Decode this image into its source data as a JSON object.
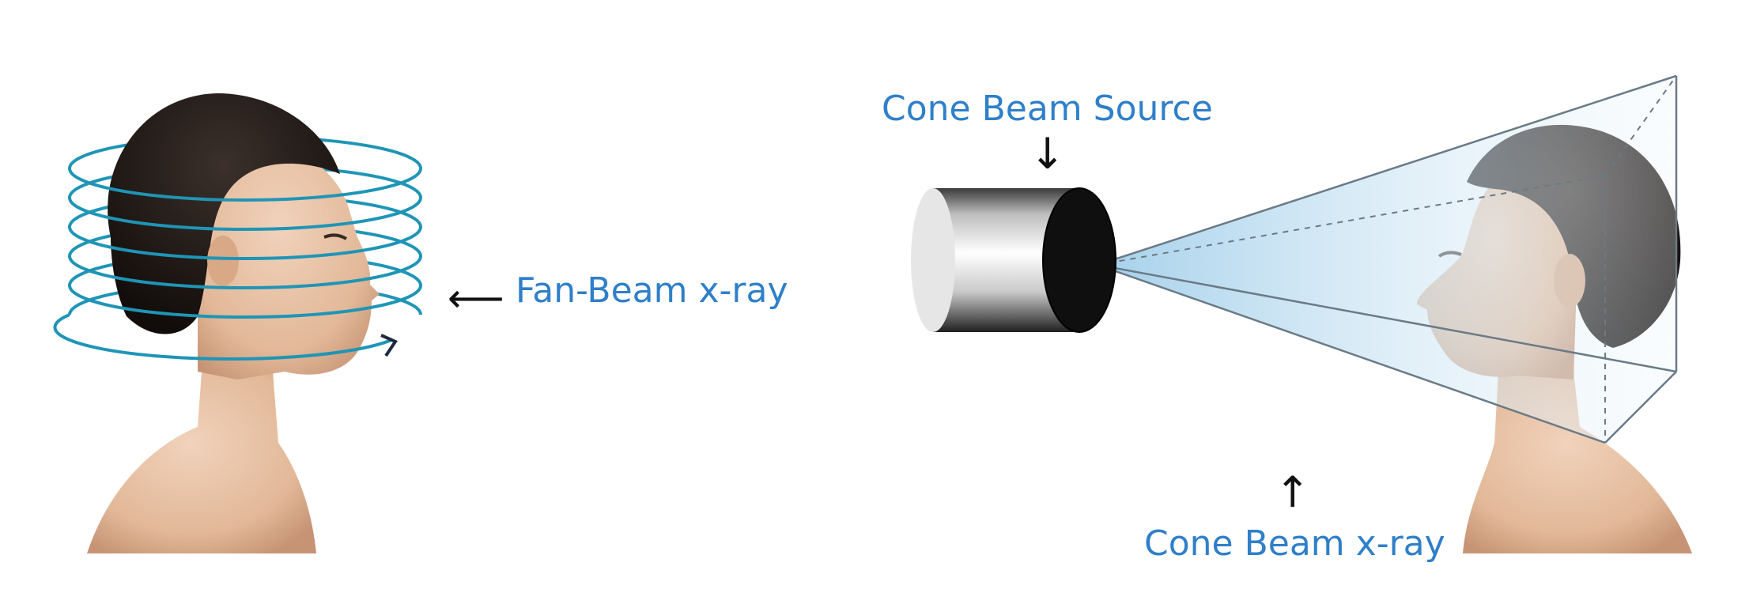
{
  "colors": {
    "label": "#2f7fc9",
    "arrow": "#111111",
    "ring": "#1f95b6",
    "hair": "#1d1715",
    "skin": "#e7c2a6",
    "skin_shadow": "#c99a7e",
    "beam": "#bfe0f2",
    "cylinder_dark": "#0f0f0f"
  },
  "left_panel": {
    "label": "Fan-Beam x-ray",
    "arrow_icon": "left-arrow-icon",
    "arrow_glyph": "⟵"
  },
  "right_panel": {
    "source_label": "Cone Beam Source",
    "source_arrow_icon": "down-arrow-icon",
    "source_arrow_glyph": "↓",
    "beam_label": "Cone Beam x-ray",
    "beam_arrow_icon": "up-arrow-icon",
    "beam_arrow_glyph": "↑"
  }
}
